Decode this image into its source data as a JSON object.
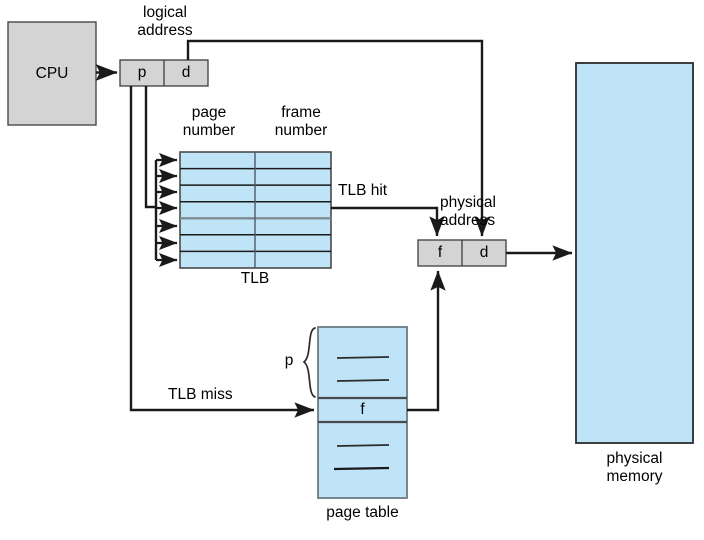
{
  "diagram": {
    "title": "Paging hardware with TLB",
    "colors": {
      "fill_blue": "#bfe4f8",
      "fill_gray": "#d4d4d4",
      "stroke_dark": "#1a1a1a",
      "stroke_gray": "#7d8a92",
      "text": "#000000"
    },
    "cpu": {
      "label": "CPU"
    },
    "logical_address": {
      "caption_line1": "logical",
      "caption_line2": "address",
      "page_field": "p",
      "offset_field": "d"
    },
    "tlb": {
      "col_header_left_line1": "page",
      "col_header_left_line2": "number",
      "col_header_right_line1": "frame",
      "col_header_right_line2": "number",
      "caption": "TLB",
      "rows": 7,
      "hit_label": "TLB hit",
      "miss_label": "TLB miss"
    },
    "page_table": {
      "caption": "page table",
      "index_label": "p",
      "frame_entry": "f"
    },
    "physical_address": {
      "caption_line1": "physical",
      "caption_line2": "address",
      "frame_field": "f",
      "offset_field": "d"
    },
    "physical_memory": {
      "caption_line1": "physical",
      "caption_line2": "memory"
    }
  }
}
